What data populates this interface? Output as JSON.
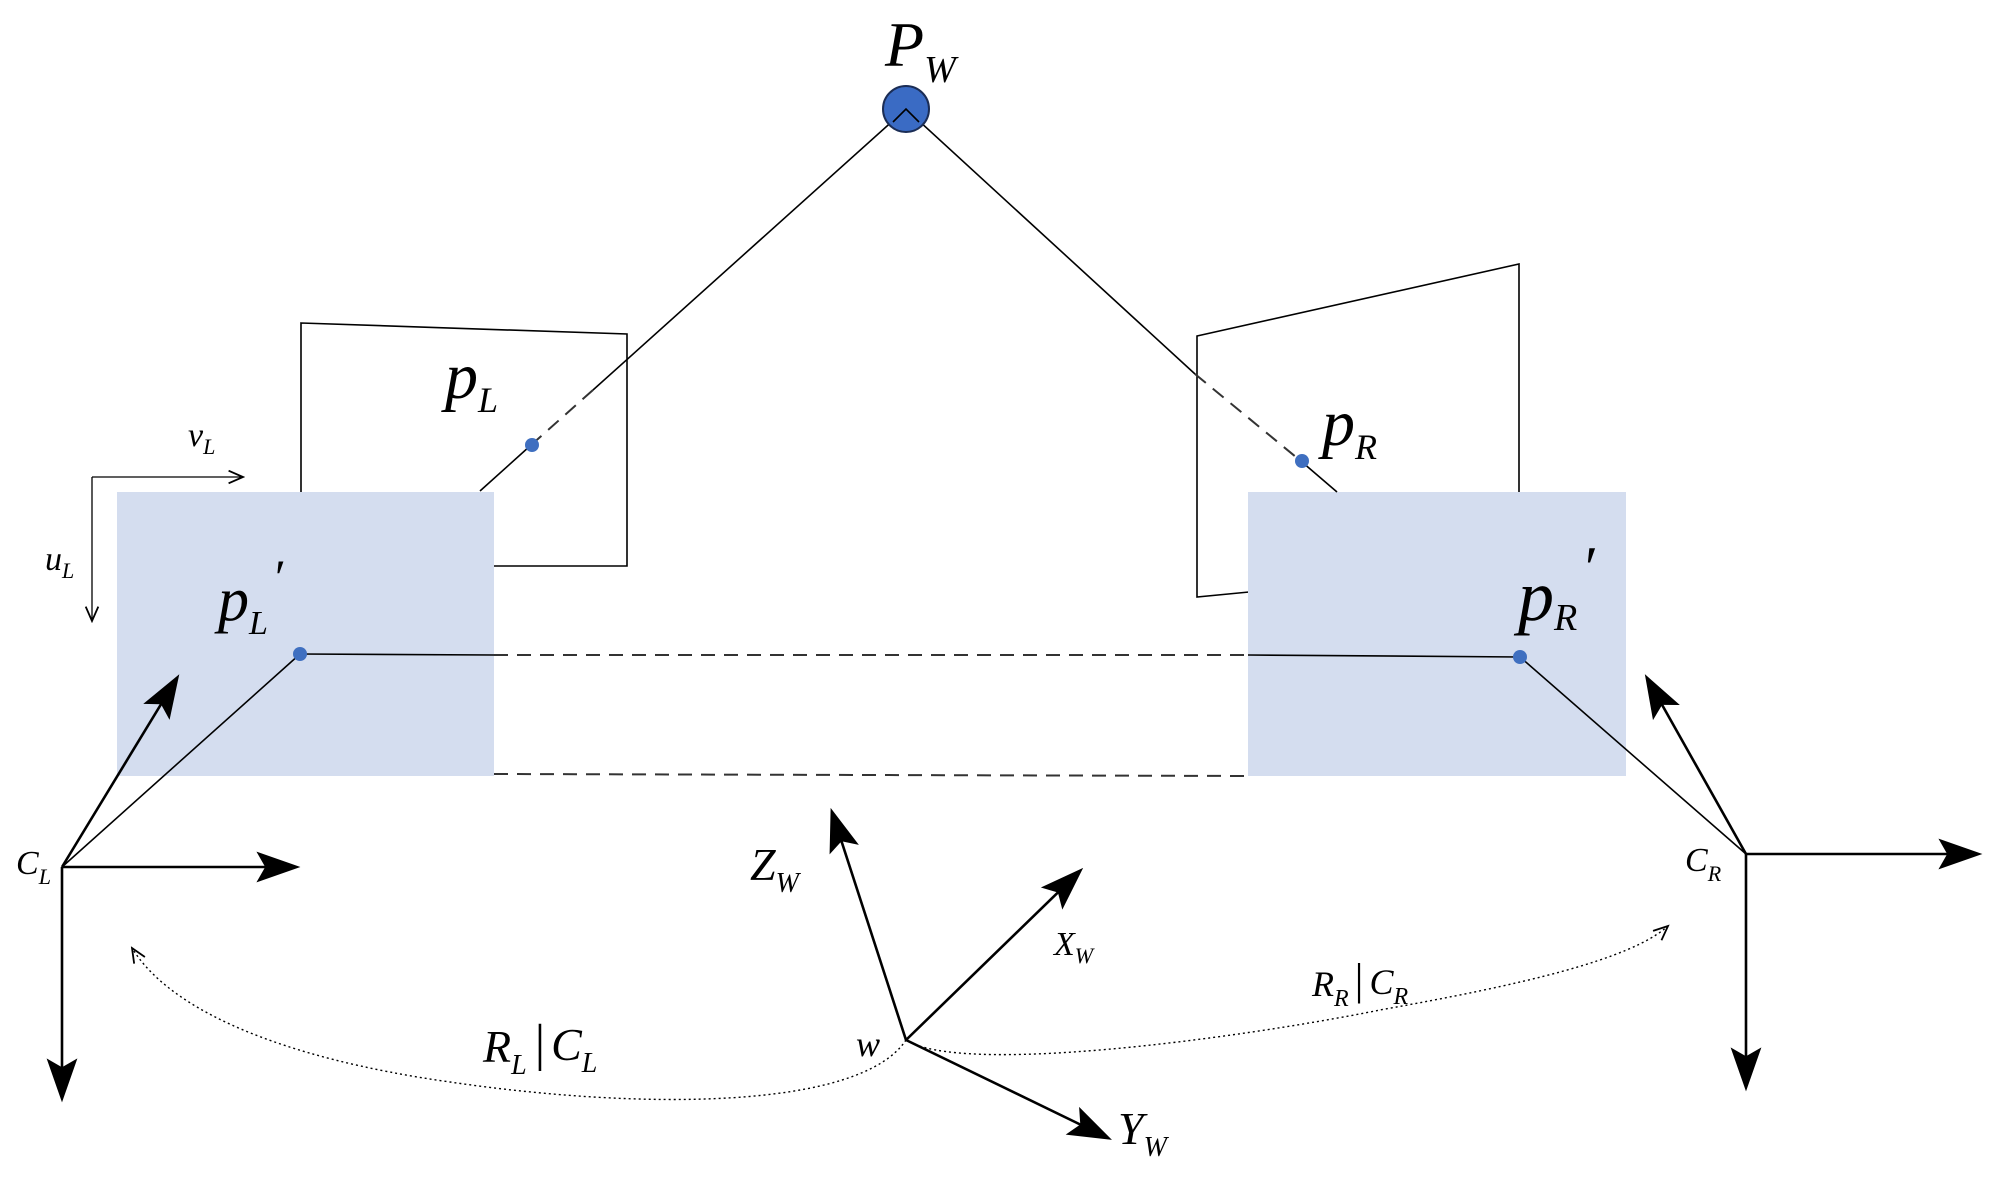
{
  "colors": {
    "rectified_plane": "#d4ddef",
    "point": "#3f6fc0",
    "world_point": "#3a6bc4",
    "stroke": "#000000"
  },
  "labels": {
    "world_point": {
      "main": "P",
      "sub": "W"
    },
    "left_point": {
      "main": "p",
      "sub": "L"
    },
    "right_point": {
      "main": "p",
      "sub": "R"
    },
    "left_rect_point": {
      "main": "p",
      "sub": "L",
      "prime": "′"
    },
    "right_rect_point": {
      "main": "p",
      "sub": "R",
      "prime": "′"
    },
    "v_left": {
      "main": "v",
      "sub": "L"
    },
    "u_left": {
      "main": "u",
      "sub": "L"
    },
    "cam_left": {
      "main": "C",
      "sub": "L"
    },
    "cam_right": {
      "main": "C",
      "sub": "R"
    },
    "world_origin": "w",
    "z_axis": {
      "main": "Z",
      "sub": "W"
    },
    "x_axis": {
      "main": "X",
      "sub": "W"
    },
    "y_axis": {
      "main": "Y",
      "sub": "W"
    },
    "left_transform": {
      "r": "R",
      "r_sub": "L",
      "bar": "|",
      "c": "C",
      "c_sub": "L"
    },
    "right_transform": {
      "r": "R",
      "r_sub": "R",
      "bar": "|",
      "c": "C",
      "c_sub": "R"
    }
  }
}
